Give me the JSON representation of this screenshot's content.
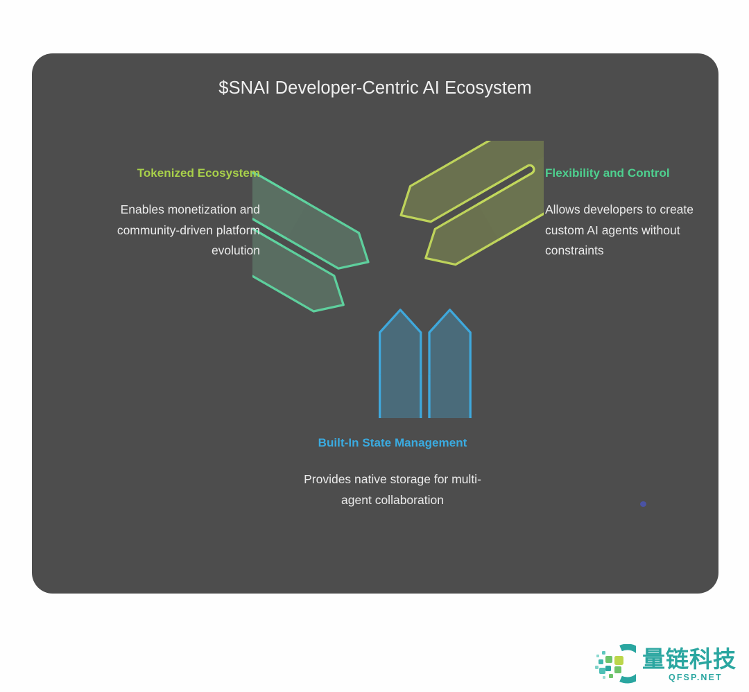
{
  "page": {
    "background_color": "#fefefe",
    "card_background_color": "#4d4d4d"
  },
  "diagram": {
    "title": "$SNAI Developer-Centric AI Ecosystem",
    "center_graphic": {
      "name": "interlocking-trefoil-knot",
      "pieces": [
        {
          "id": "tokenized",
          "fill": "#6b7350",
          "stroke": "#c2d85c"
        },
        {
          "id": "flexibility",
          "fill": "#5a6f62",
          "stroke": "#5fd4a0"
        },
        {
          "id": "state",
          "fill": "#4a6b7a",
          "stroke": "#3fa8dc"
        }
      ]
    },
    "blocks": [
      {
        "id": "tokenized",
        "heading": "Tokenized Ecosystem",
        "body": "Enables monetization and community-driven platform evolution",
        "accent": "#a8d04a"
      },
      {
        "id": "flexibility",
        "heading": "Flexibility and Control",
        "body": "Allows developers to create custom AI agents without constraints",
        "accent": "#4ed08f"
      },
      {
        "id": "state",
        "heading": "Built-In State Management",
        "body": "Provides native storage for multi-agent collaboration",
        "accent": "#3aabe0"
      }
    ]
  },
  "watermark": {
    "brand_cn": "量链科技",
    "brand_en": "QFSP.NET",
    "color": "#2aa6a0"
  }
}
